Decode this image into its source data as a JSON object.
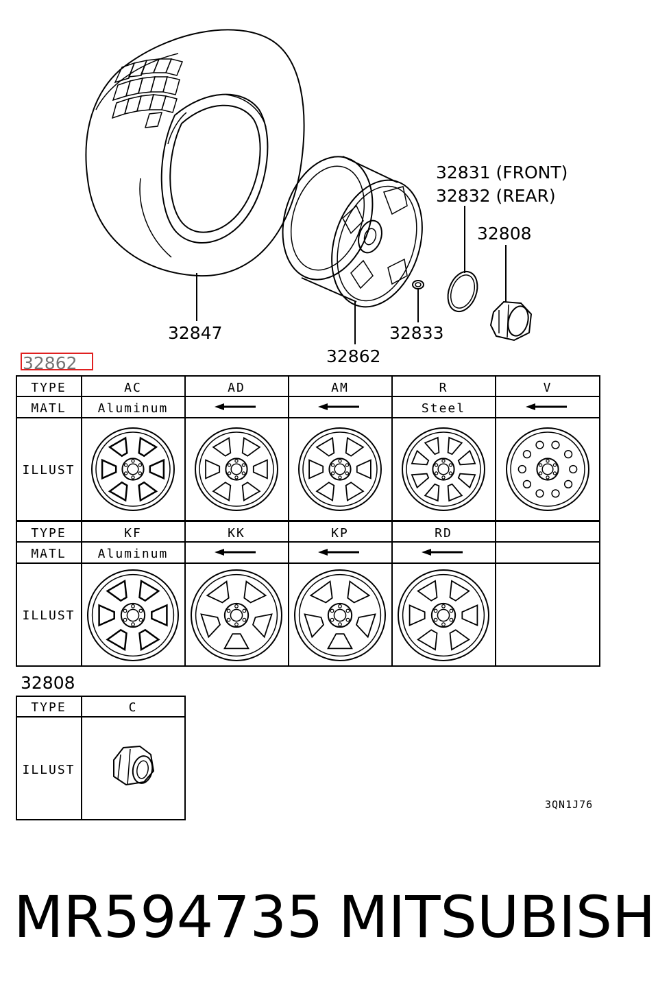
{
  "callouts": {
    "tire": "32847",
    "wheel": "32862",
    "nut": "32833",
    "ornament_front": "32831 (FRONT)",
    "ornament_rear": "32832 (REAR)",
    "cap": "32808"
  },
  "highlight_label": "32862",
  "wheel_table": {
    "row_labels": {
      "type": "TYPE",
      "matl": "MATL",
      "illust": "ILLUST"
    },
    "block1": {
      "types": [
        "AC",
        "AD",
        "AM",
        "R",
        "V"
      ],
      "matl_text": [
        "Aluminum",
        "",
        "",
        "Steel",
        ""
      ],
      "matl_arrow": [
        false,
        true,
        true,
        false,
        true
      ]
    },
    "block2": {
      "types": [
        "KF",
        "KK",
        "KP",
        "RD",
        ""
      ],
      "matl_text": [
        "Aluminum",
        "",
        "",
        "",
        ""
      ],
      "matl_arrow": [
        false,
        true,
        true,
        true,
        false
      ]
    }
  },
  "cap_table": {
    "title": "32808",
    "type_label": "TYPE",
    "illust_label": "ILLUST",
    "type": "C"
  },
  "diagram_code": "3QN1J76",
  "footer": {
    "part_number": "MR594735",
    "brand": "MITSUBISHI"
  },
  "colors": {
    "highlight": "#e02020",
    "ink": "#000000"
  }
}
